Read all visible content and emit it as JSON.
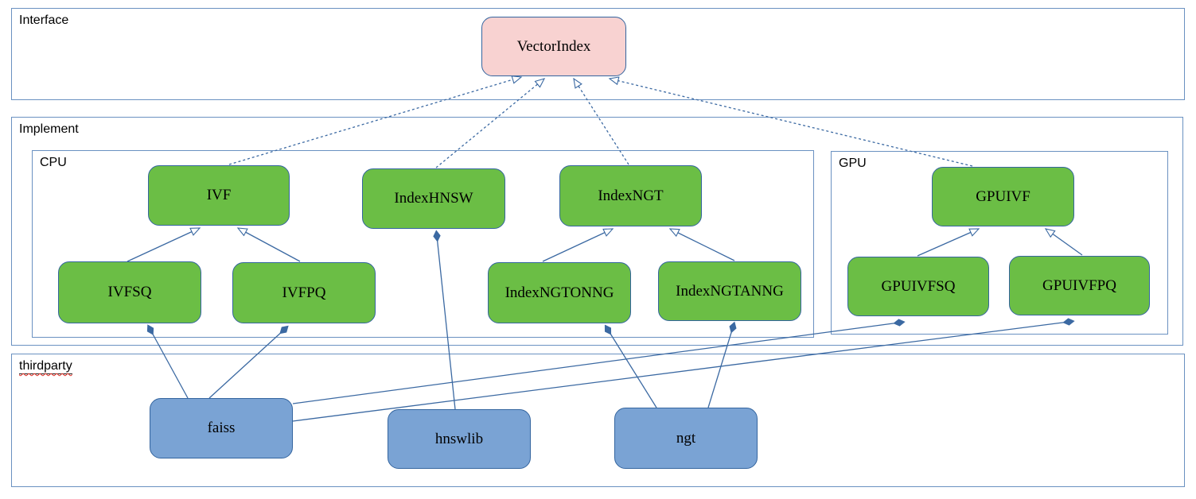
{
  "containers": {
    "interface": {
      "label": "Interface"
    },
    "implement": {
      "label": "Implement"
    },
    "cpu": {
      "label": "CPU"
    },
    "gpu": {
      "label": "GPU"
    },
    "thirdparty": {
      "label": "thirdparty"
    }
  },
  "nodes": {
    "vectorindex": {
      "label": "VectorIndex"
    },
    "ivf": {
      "label": "IVF"
    },
    "indexhnsw": {
      "label": "IndexHNSW"
    },
    "indexngt": {
      "label": "IndexNGT"
    },
    "gpuivf": {
      "label": "GPUIVF"
    },
    "ivfsq": {
      "label": "IVFSQ"
    },
    "ivfpq": {
      "label": "IVFPQ"
    },
    "indexngtonng": {
      "label": "IndexNGTONNG"
    },
    "indexngtanng": {
      "label": "IndexNGTANNG"
    },
    "gpuivfsq": {
      "label": "GPUIVFSQ"
    },
    "gpuivfpq": {
      "label": "GPUIVFPQ"
    },
    "faiss": {
      "label": "faiss"
    },
    "hnswlib": {
      "label": "hnswlib"
    },
    "ngt": {
      "label": "ngt"
    }
  },
  "relations": [
    {
      "from": "IVF",
      "to": "VectorIndex",
      "type": "realization"
    },
    {
      "from": "IndexHNSW",
      "to": "VectorIndex",
      "type": "realization"
    },
    {
      "from": "IndexNGT",
      "to": "VectorIndex",
      "type": "realization"
    },
    {
      "from": "GPUIVF",
      "to": "VectorIndex",
      "type": "realization"
    },
    {
      "from": "IVFSQ",
      "to": "IVF",
      "type": "generalization"
    },
    {
      "from": "IVFPQ",
      "to": "IVF",
      "type": "generalization"
    },
    {
      "from": "IndexNGTONNG",
      "to": "IndexNGT",
      "type": "generalization"
    },
    {
      "from": "IndexNGTANNG",
      "to": "IndexNGT",
      "type": "generalization"
    },
    {
      "from": "GPUIVFSQ",
      "to": "GPUIVF",
      "type": "generalization"
    },
    {
      "from": "GPUIVFPQ",
      "to": "GPUIVF",
      "type": "generalization"
    },
    {
      "from": "faiss",
      "to": "IVFSQ",
      "type": "composition"
    },
    {
      "from": "faiss",
      "to": "IVFPQ",
      "type": "composition"
    },
    {
      "from": "faiss",
      "to": "GPUIVFSQ",
      "type": "composition"
    },
    {
      "from": "faiss",
      "to": "GPUIVFPQ",
      "type": "composition"
    },
    {
      "from": "hnswlib",
      "to": "IndexHNSW",
      "type": "composition"
    },
    {
      "from": "ngt",
      "to": "IndexNGTONNG",
      "type": "composition"
    },
    {
      "from": "ngt",
      "to": "IndexNGTANNG",
      "type": "composition"
    }
  ],
  "colors": {
    "pink_fill": "#f8d2d1",
    "green_fill": "#6bbe45",
    "blue_fill": "#7aa3d4",
    "node_border": "#34659f",
    "container_border": "#6a91c1",
    "connector": "#3b69a2",
    "squiggle": "#e0291f",
    "text": "#000000"
  }
}
